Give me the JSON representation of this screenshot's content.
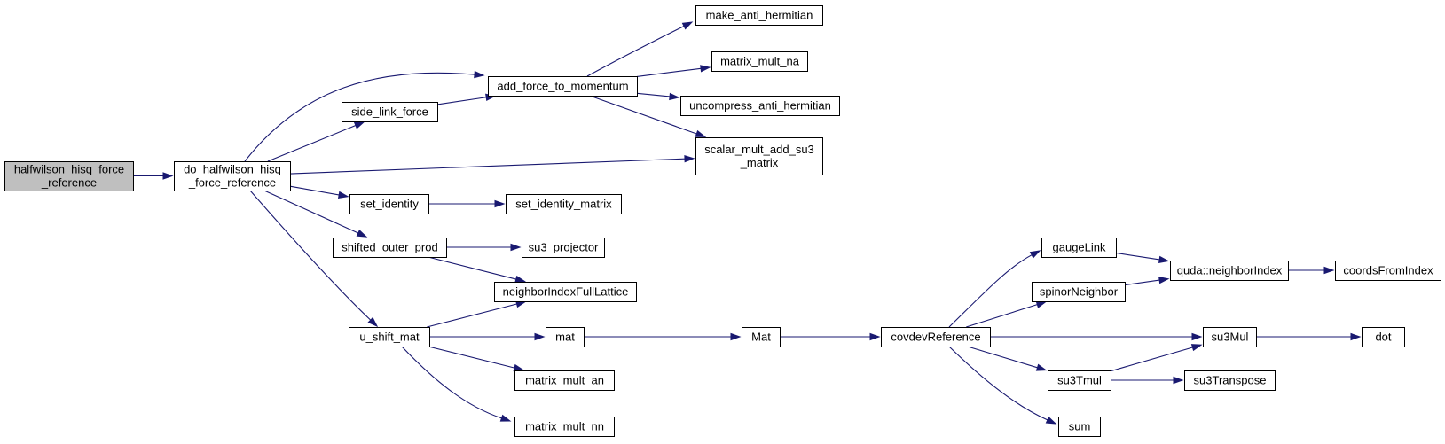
{
  "colors": {
    "edge": "#191970",
    "root_fill": "#bfbfbf",
    "node_fill": "#ffffff",
    "border": "#000000"
  },
  "nodes": [
    {
      "id": "n_halfwilson",
      "lines": [
        "halfwilson_hisq_force",
        "_reference"
      ],
      "root": true
    },
    {
      "id": "n_do_halfwilson",
      "lines": [
        "do_halfwilson_hisq",
        "_force_reference"
      ]
    },
    {
      "id": "n_add_force",
      "lines": [
        "add_force_to_momentum"
      ]
    },
    {
      "id": "n_side_link",
      "lines": [
        "side_link_force"
      ]
    },
    {
      "id": "n_set_identity",
      "lines": [
        "set_identity"
      ]
    },
    {
      "id": "n_shifted_outer",
      "lines": [
        "shifted_outer_prod"
      ]
    },
    {
      "id": "n_u_shift_mat",
      "lines": [
        "u_shift_mat"
      ]
    },
    {
      "id": "n_make_anti",
      "lines": [
        "make_anti_hermitian"
      ]
    },
    {
      "id": "n_matrix_mult_na",
      "lines": [
        "matrix_mult_na"
      ]
    },
    {
      "id": "n_uncompress",
      "lines": [
        "uncompress_anti_hermitian"
      ]
    },
    {
      "id": "n_scalar_mult",
      "lines": [
        "scalar_mult_add_su3",
        "_matrix"
      ]
    },
    {
      "id": "n_set_identity_matrix",
      "lines": [
        "set_identity_matrix"
      ]
    },
    {
      "id": "n_su3_projector",
      "lines": [
        "su3_projector"
      ]
    },
    {
      "id": "n_neighborIndexFull",
      "lines": [
        "neighborIndexFullLattice"
      ]
    },
    {
      "id": "n_mat",
      "lines": [
        "mat"
      ]
    },
    {
      "id": "n_matrix_mult_an",
      "lines": [
        "matrix_mult_an"
      ]
    },
    {
      "id": "n_matrix_mult_nn",
      "lines": [
        "matrix_mult_nn"
      ]
    },
    {
      "id": "n_Mat",
      "lines": [
        "Mat"
      ]
    },
    {
      "id": "n_covdev",
      "lines": [
        "covdevReference"
      ]
    },
    {
      "id": "n_gaugeLink",
      "lines": [
        "gaugeLink"
      ]
    },
    {
      "id": "n_spinorNeighbor",
      "lines": [
        "spinorNeighbor"
      ]
    },
    {
      "id": "n_su3Tmul",
      "lines": [
        "su3Tmul"
      ]
    },
    {
      "id": "n_sum",
      "lines": [
        "sum"
      ]
    },
    {
      "id": "n_quda_neighbor",
      "lines": [
        "quda::neighborIndex"
      ]
    },
    {
      "id": "n_coordsFromIndex",
      "lines": [
        "coordsFromIndex"
      ]
    },
    {
      "id": "n_su3Mul",
      "lines": [
        "su3Mul"
      ]
    },
    {
      "id": "n_su3Transpose",
      "lines": [
        "su3Transpose"
      ]
    },
    {
      "id": "n_dot",
      "lines": [
        "dot"
      ]
    }
  ],
  "edges": [
    [
      "n_halfwilson",
      "n_do_halfwilson"
    ],
    [
      "n_do_halfwilson",
      "n_add_force"
    ],
    [
      "n_do_halfwilson",
      "n_side_link"
    ],
    [
      "n_do_halfwilson",
      "n_scalar_mult"
    ],
    [
      "n_do_halfwilson",
      "n_set_identity"
    ],
    [
      "n_do_halfwilson",
      "n_shifted_outer"
    ],
    [
      "n_do_halfwilson",
      "n_u_shift_mat"
    ],
    [
      "n_side_link",
      "n_add_force"
    ],
    [
      "n_add_force",
      "n_make_anti"
    ],
    [
      "n_add_force",
      "n_matrix_mult_na"
    ],
    [
      "n_add_force",
      "n_uncompress"
    ],
    [
      "n_add_force",
      "n_scalar_mult"
    ],
    [
      "n_set_identity",
      "n_set_identity_matrix"
    ],
    [
      "n_shifted_outer",
      "n_su3_projector"
    ],
    [
      "n_shifted_outer",
      "n_neighborIndexFull"
    ],
    [
      "n_u_shift_mat",
      "n_neighborIndexFull"
    ],
    [
      "n_u_shift_mat",
      "n_mat"
    ],
    [
      "n_u_shift_mat",
      "n_matrix_mult_an"
    ],
    [
      "n_u_shift_mat",
      "n_matrix_mult_nn"
    ],
    [
      "n_mat",
      "n_Mat"
    ],
    [
      "n_Mat",
      "n_covdev"
    ],
    [
      "n_covdev",
      "n_gaugeLink"
    ],
    [
      "n_covdev",
      "n_spinorNeighbor"
    ],
    [
      "n_covdev",
      "n_su3Mul"
    ],
    [
      "n_covdev",
      "n_su3Tmul"
    ],
    [
      "n_covdev",
      "n_sum"
    ],
    [
      "n_gaugeLink",
      "n_quda_neighbor"
    ],
    [
      "n_spinorNeighbor",
      "n_quda_neighbor"
    ],
    [
      "n_quda_neighbor",
      "n_coordsFromIndex"
    ],
    [
      "n_su3Tmul",
      "n_su3Mul"
    ],
    [
      "n_su3Tmul",
      "n_su3Transpose"
    ],
    [
      "n_su3Mul",
      "n_dot"
    ]
  ]
}
